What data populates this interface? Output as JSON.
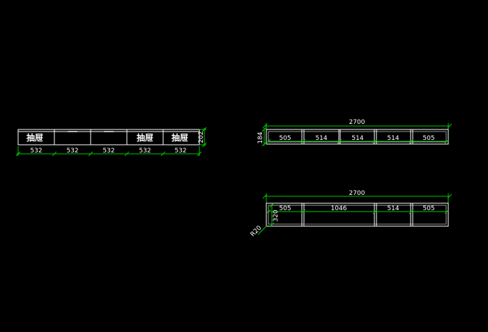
{
  "colors": {
    "background": "#000000",
    "outline": "#ffffff",
    "dimension": "#00c800"
  },
  "front_view": {
    "cells": [
      {
        "label": "抽屉",
        "handle": false
      },
      {
        "label": "",
        "handle": true
      },
      {
        "label": "",
        "handle": true
      },
      {
        "label": "抽屉",
        "handle": false
      },
      {
        "label": "抽屉",
        "handle": false
      }
    ],
    "widths": [
      "532",
      "532",
      "532",
      "532",
      "532"
    ],
    "height": "202"
  },
  "plan_view_top": {
    "total": "2700",
    "height": "184",
    "segments": [
      "505",
      "514",
      "514",
      "514",
      "505"
    ]
  },
  "plan_view_bottom": {
    "total": "2700",
    "height": "320",
    "radius": "R20",
    "segments": [
      "505",
      "1046",
      "514",
      "505"
    ]
  }
}
